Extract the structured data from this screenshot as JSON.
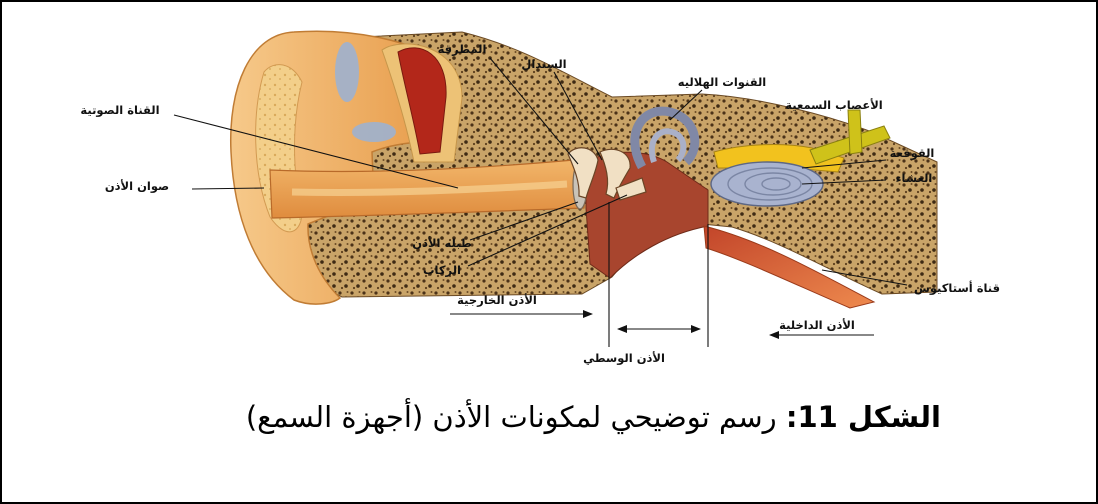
{
  "figure": {
    "labels": {
      "malleus": "المطرقة",
      "incus": "السندال",
      "semicircular_canals": "القنوات الهلاليه",
      "auditory_nerves": "الأعصاب السمعية",
      "cochlea": "القوقعة",
      "membrane": "الغشاء",
      "ear_canal": "القناة الصوتية",
      "pinna": "صوان الأذن",
      "eardrum": "طبله الأذن",
      "stapes": "الركاب",
      "eustachian_tube": "قناة أستاكيوس",
      "outer_ear": "الأذن الخارجية",
      "inner_ear": "الأذن الداخلية",
      "middle_ear": "الأذن الوسطي"
    },
    "caption": {
      "label": "الشكل 11:",
      "text": "رسم توضيحي لمكونات الأذن (أجهزة السمع)"
    }
  },
  "colors": {
    "skin": "#eda95a",
    "bone": "#c9a468",
    "cochlea": "#a9b3cf",
    "nerve": "#f2c21e",
    "tube": "#d5592e",
    "ink": "#111111"
  }
}
